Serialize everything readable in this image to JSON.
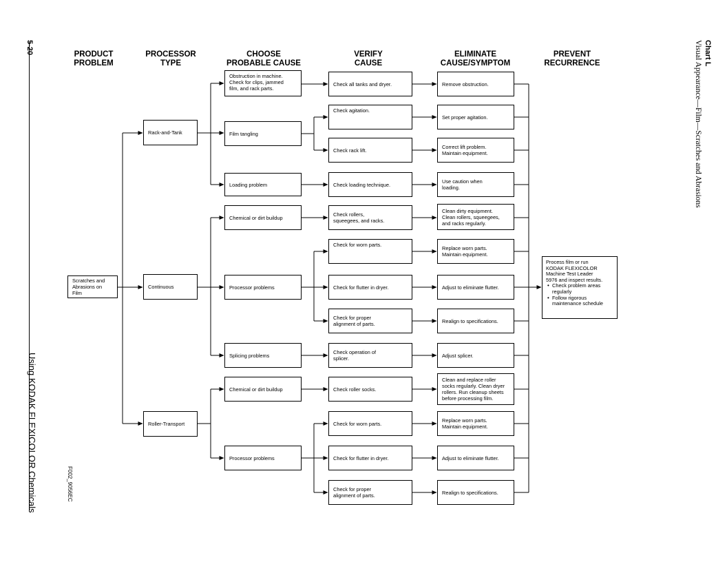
{
  "page_number": "5-20",
  "book_title": "Using KODAK FLEXICOLOR Chemicals",
  "figure_id": "F002_9056EC",
  "chart": {
    "title": "Chart L",
    "subtitle": "Visual Appearance—Film—Scratches and Abrasions"
  },
  "headers": {
    "product_problem": [
      "PRODUCT",
      "PROBLEM"
    ],
    "processor_type": [
      "PROCESSOR",
      "TYPE"
    ],
    "choose_cause": [
      "CHOOSE",
      "PROBABLE CAUSE"
    ],
    "verify_cause": [
      "VERIFY",
      "CAUSE"
    ],
    "eliminate": [
      "ELIMINATE",
      "CAUSE/SYMPTOM"
    ],
    "prevent": [
      "PREVENT",
      "RECURRENCE"
    ]
  },
  "product": "Scratches and\nAbrasions on Film",
  "processors": [
    "Rack-and-Tank",
    "Continuous",
    "Roller-Transport"
  ],
  "causes": [
    "Obstruction in machine.\nCheck for clips, jammed\nfilm, and rack parts.",
    "Film tangling",
    "Loading problem",
    "Chemical or dirt buildup",
    "Processor problems",
    "Splicing problems",
    "Chemical or dirt buildup",
    "Processor problems"
  ],
  "verify": [
    "Check all tanks and dryer.",
    "Check agitation.",
    "Check rack lift.",
    "Check loading technique.",
    "Check rollers,\nsqueegees, and racks.",
    "Check for worn parts.",
    "Check for flutter in dryer.",
    "Check for proper\nalignment of parts.",
    "Check operation of\nsplicer.",
    "Check roller socks.",
    "Check for worn parts.",
    "Check for flutter in dryer.",
    "Check for proper\nalignment of parts."
  ],
  "eliminate": [
    "Remove obstruction.",
    "Set proper agitation.",
    "Correct lift problem.\nMaintain equipment.",
    "Use caution when\nloading.",
    "Clean dirty equipment.\nClean rollers, squeegees,\nand racks regularly.",
    "Replace worn parts.\nMaintain equipment.",
    "Adjust to eliminate flutter.",
    "Realign to specifications.",
    "Adjust splicer.",
    "Clean and replace roller\nsocks regularly. Clean dryer\nrollers. Run cleanup sheets\nbefore processing film.",
    "Replace worn parts.\nMaintain equipment.",
    "Adjust to eliminate flutter.",
    "Realign to specifications."
  ],
  "prevent": {
    "intro": "Process film or run\nKODAK FLEXICOLOR\nMachine Test Leader\n5976 and inspect results.",
    "bullets": [
      "Check problem areas\nregularly",
      "Follow rigorous\nmaintenance schedule"
    ]
  }
}
